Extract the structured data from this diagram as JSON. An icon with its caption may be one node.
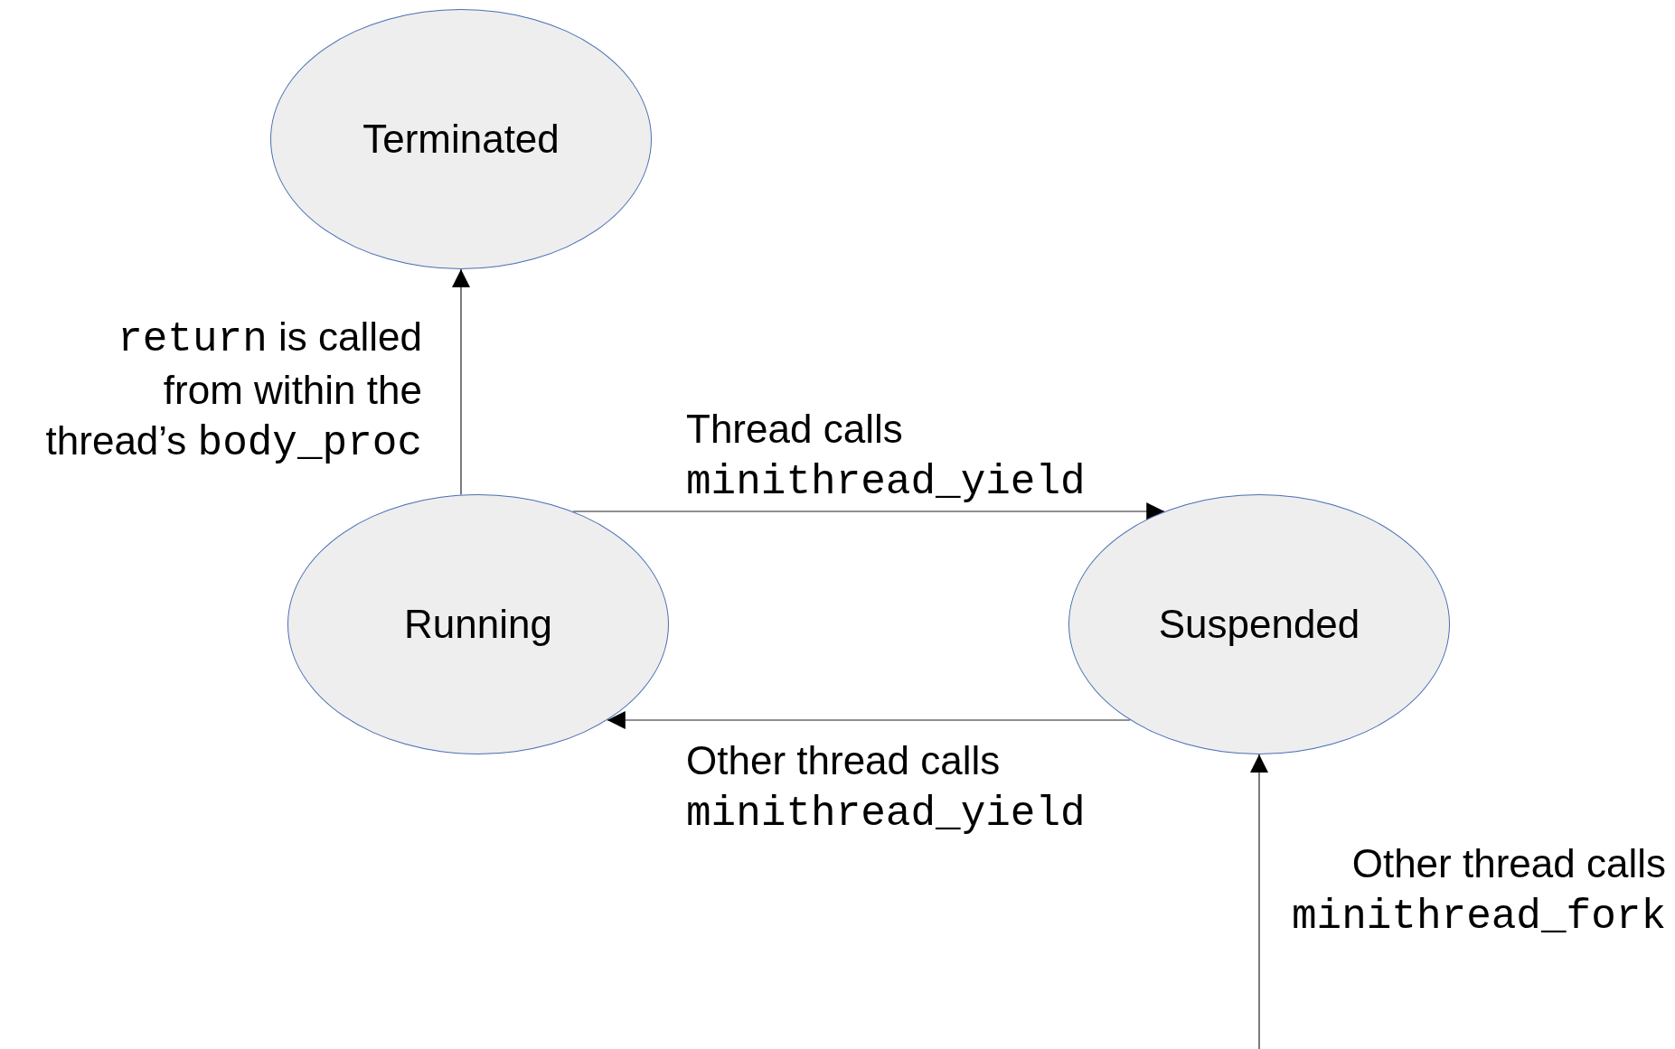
{
  "diagram": {
    "nodes": [
      {
        "text": [
          "Terminated"
        ]
      },
      {
        "text": [
          "Running"
        ]
      },
      {
        "text": [
          "Suspended"
        ]
      }
    ],
    "edges": [
      {
        "from": 1,
        "to": 0,
        "arrow": "to",
        "label": "return is called from within the thread’s body_proc"
      },
      {
        "from": 1,
        "to": 2,
        "arrow": "to",
        "label": "Thread calls minithread_yield"
      },
      {
        "from": 2,
        "to": 1,
        "arrow": "to",
        "label": "Other thread calls minithread_yield"
      },
      {
        "from": null,
        "to": 2,
        "arrow": "to",
        "label": "Other thread calls minithread_fork"
      }
    ]
  }
}
